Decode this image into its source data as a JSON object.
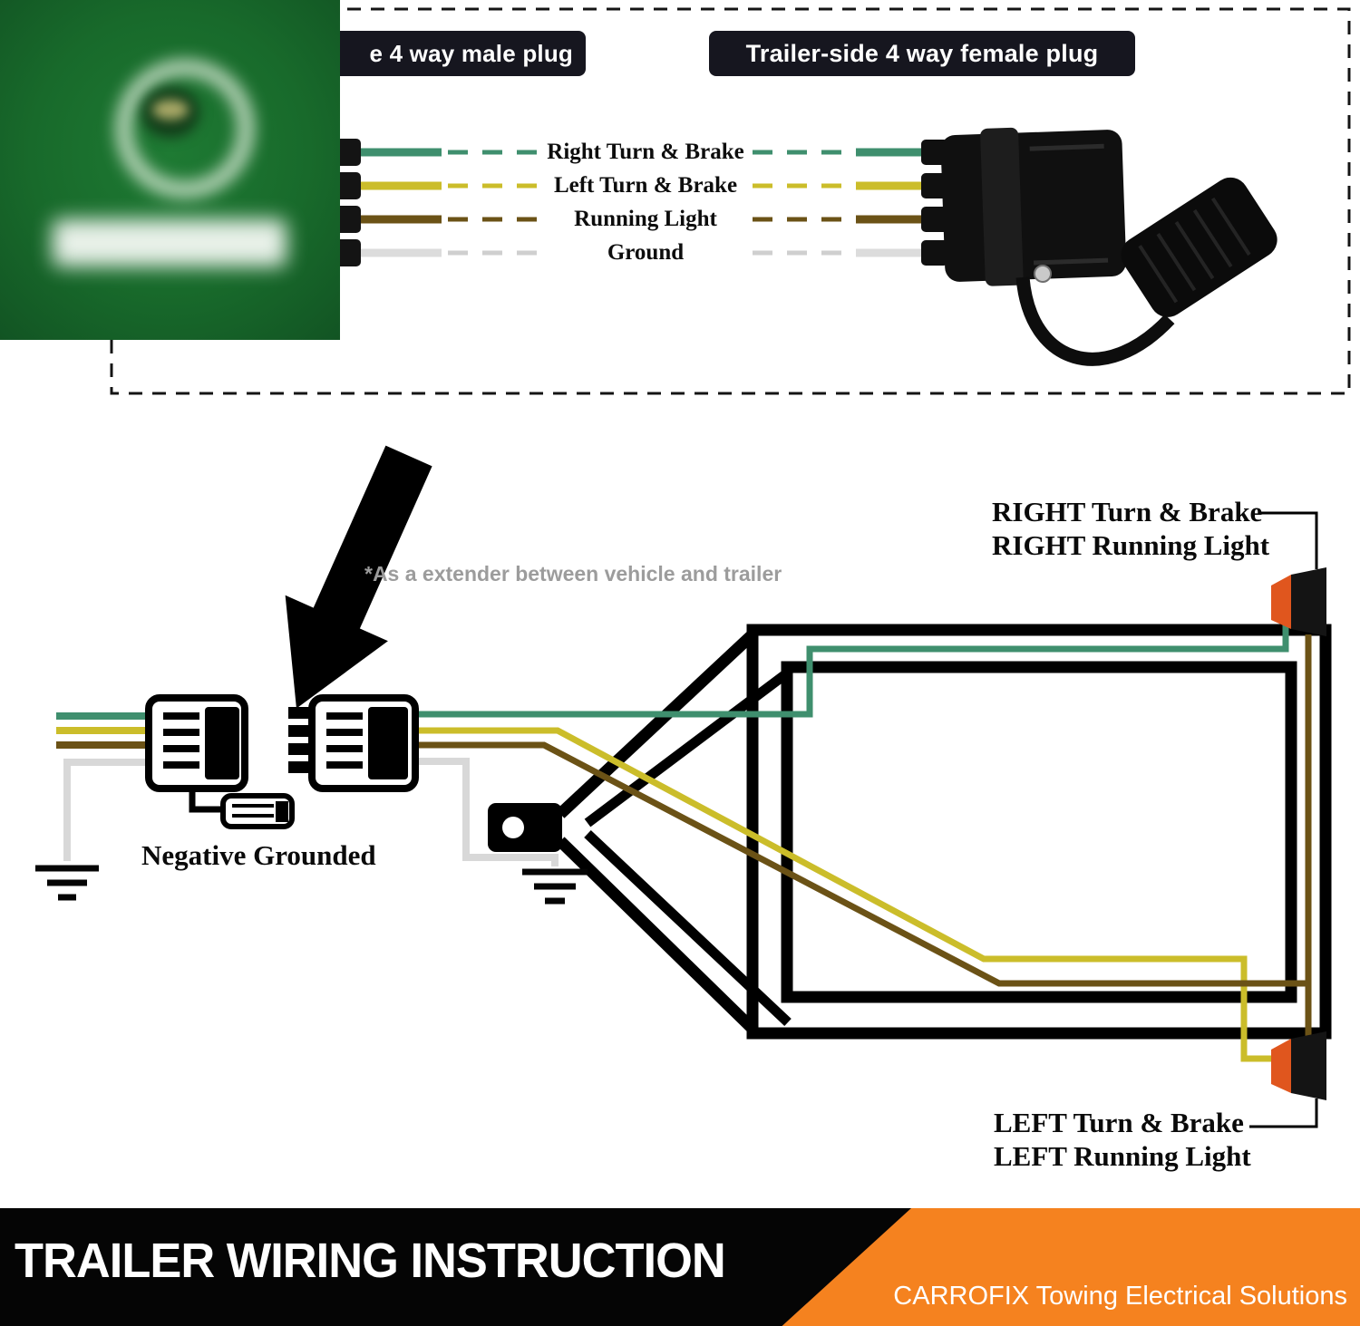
{
  "header": {
    "male_plug_label": "e 4 way male plug",
    "female_plug_label": "Trailer-side 4 way female plug",
    "wires": [
      {
        "label": "Right Turn & Brake",
        "color": "#3f8f6e"
      },
      {
        "label": "Left Turn & Brake",
        "color": "#cbbd2a"
      },
      {
        "label": "Running Light",
        "color": "#6b5216"
      },
      {
        "label": "Ground",
        "color": "#d8d8d8"
      }
    ]
  },
  "diagram": {
    "extender_note": "*As a extender between vehicle and trailer",
    "negative_grounded_label": "Negative Grounded",
    "right_light_label_line1": "RIGHT Turn & Brake",
    "right_light_label_line2": "RIGHT Running Light",
    "left_light_label_line1": "LEFT Turn & Brake",
    "left_light_label_line2": "LEFT Running Light"
  },
  "footer": {
    "title": "TRAILER WIRING INSTRUCTION",
    "brand": "CARROFIX Towing Electrical Solutions",
    "accent_color": "#f5821f"
  },
  "colors": {
    "wire_green": "#3f8f6e",
    "wire_yellow": "#cbbd2a",
    "wire_brown": "#6b5216",
    "wire_white": "#d8d8d8",
    "tail_light_lens": "#e0561e"
  }
}
